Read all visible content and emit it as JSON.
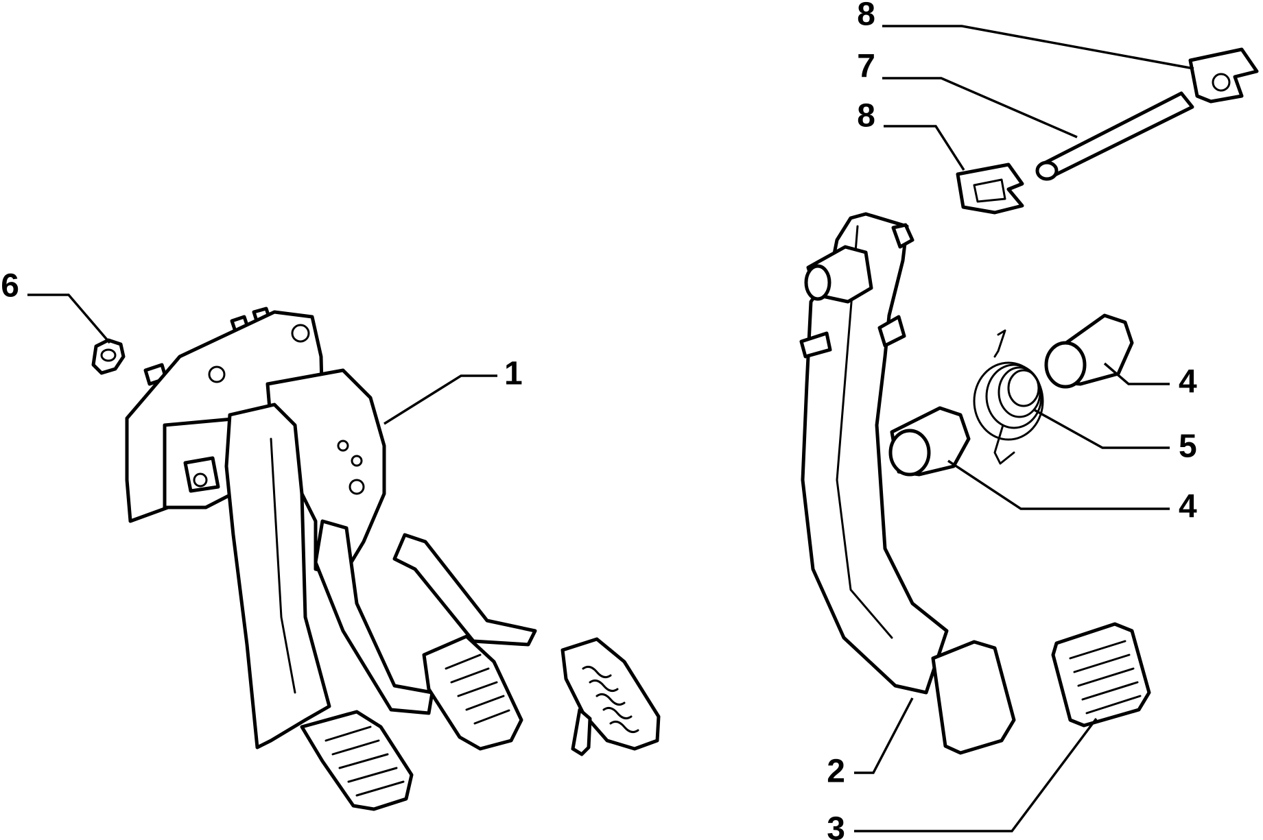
{
  "diagram": {
    "line_color": "#000000",
    "background": "#ffffff",
    "callouts": [
      {
        "id": "c1",
        "label": "1",
        "part": "pedal-box-assembly"
      },
      {
        "id": "c2",
        "label": "2",
        "part": "clutch-pedal-lever"
      },
      {
        "id": "c3",
        "label": "3",
        "part": "pedal-pad"
      },
      {
        "id": "c4a",
        "label": "4",
        "part": "bushing-upper"
      },
      {
        "id": "c4b",
        "label": "4",
        "part": "bushing-lower"
      },
      {
        "id": "c5",
        "label": "5",
        "part": "return-spring"
      },
      {
        "id": "c6",
        "label": "6",
        "part": "nut"
      },
      {
        "id": "c7",
        "label": "7",
        "part": "pivot-pin"
      },
      {
        "id": "c8a",
        "label": "8",
        "part": "retaining-clip-upper"
      },
      {
        "id": "c8b",
        "label": "8",
        "part": "retaining-clip-lower"
      }
    ]
  }
}
